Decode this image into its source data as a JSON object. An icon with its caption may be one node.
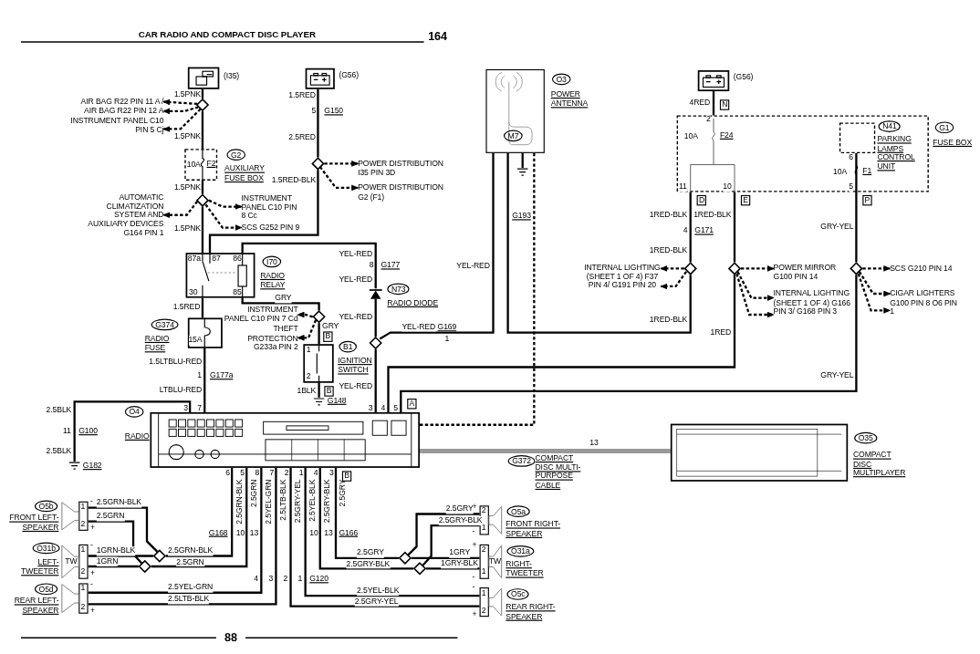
{
  "diagram": {
    "title": "CAR RADIO AND COMPACT DISC PLAYER",
    "nodes": [
      {
        "text": [],
        "shape": "box",
        "beside": [
          "(I35)"
        ]
      },
      {
        "text": [],
        "shape": "diamond"
      },
      {
        "text": [
          "AIR BAG R22 PIN 11 A /"
        ]
      },
      {
        "text": [
          "AIR BAG R22 PIN 12 A"
        ]
      },
      {
        "text": [
          "INSTRUMENT PANEL C10 PIN 5 Cj"
        ]
      },
      {
        "text": [
          "10A",
          "F2"
        ],
        "beside": [
          "G2",
          "AUXILIARY FUSE BOX"
        ]
      },
      {
        "text": [],
        "shape": "diamond"
      },
      {
        "text": [
          "AUTOMATIC CLIMATIZATION SYSTEM AND AUXILIARY DEVICES G164 PIN 1"
        ]
      },
      {
        "text": [
          "INSTRUMENT PANEL C10 PIN 8 Cc"
        ]
      },
      {
        "text": [
          "SCS G252 PIN 9"
        ]
      },
      {
        "text": [],
        "shape": "battery",
        "beside": [
          "(G56)"
        ]
      },
      {
        "text": [],
        "shape": "diamond"
      },
      {
        "text": [
          "POWER DISTRIBUTION I35 PIN 3D"
        ]
      },
      {
        "text": [
          "POWER DISTRIBUTION G2 (F1)"
        ]
      },
      {
        "text": [
          "87a",
          "87",
          "86",
          "30",
          "85"
        ],
        "beside": [
          "I70",
          "RADIO RELAY"
        ]
      },
      {
        "text": [
          "15A"
        ],
        "beside": [
          "G374",
          "RADIO FUSE"
        ]
      },
      {
        "text": [],
        "shape": "diamond"
      },
      {
        "text": [
          "INSTRUMENT PANEL C10 PIN 7 Cd"
        ]
      },
      {
        "text": [
          "THEFT PROTECTION G233a PIN 2"
        ]
      },
      {
        "text": [
          "1",
          "2"
        ],
        "beside": [
          "B1",
          "IGNITION SWITCH"
        ]
      },
      {
        "text": [],
        "shape": "ground",
        "beside": [
          "G148"
        ]
      },
      {
        "text": [],
        "shape": "diode",
        "beside": [
          "N73",
          "RADIO DIODE"
        ]
      },
      {
        "text": [],
        "shape": "diamond"
      },
      {
        "text": [
          "M7"
        ],
        "beside": [
          "O3",
          "POWER ANTENNA"
        ]
      },
      {
        "text": [],
        "shape": "ground"
      },
      {
        "text": [],
        "shape": "battery",
        "beside": [
          "(G56)"
        ]
      },
      {
        "text": [
          "10A",
          "F24",
          "10A",
          "F1"
        ],
        "beside": [
          "G1",
          "FUSE BOX"
        ]
      },
      {
        "text": [],
        "shape": "box",
        "in": 26,
        "beside": [
          "N41",
          "PARKING LAMPS CONTROL UNIT"
        ]
      },
      {
        "text": [],
        "shape": "diamond"
      },
      {
        "text": [
          "INTERNAL LIGHTING (SHEET 1 OF 4) F37 PIN 4/ G191 PIN 20"
        ]
      },
      {
        "text": [],
        "shape": "diamond"
      },
      {
        "text": [
          "POWER MIRROR G100 PIN 14"
        ]
      },
      {
        "text": [
          "INTERNAL LIGHTING (SHEET 1 OF 4) G166 PIN 3/ G168 PIN 3"
        ]
      },
      {
        "text": [],
        "shape": "diamond"
      },
      {
        "text": [
          "SCS G210 PIN 14"
        ]
      },
      {
        "text": [
          "CIGAR LIGHTERS G100 PIN 8 O6 PIN 1"
        ]
      },
      {
        "text": [],
        "shape": "picture",
        "beside": [
          "O4",
          "RADIO"
        ]
      },
      {
        "text": [],
        "shape": "ground",
        "beside": [
          "G182"
        ]
      },
      {
        "text": [],
        "shape": "box",
        "beside": [
          "O35",
          "COMPACT DISC MULTIPLAYER"
        ]
      },
      {
        "text": [
          "-",
          "1",
          "2",
          "+"
        ],
        "beside": [
          "O5b",
          "FRONT LEFT-SPEAKER"
        ]
      },
      {
        "text": [
          "TW",
          "-",
          "1",
          "2",
          "+"
        ],
        "beside": [
          "O31b",
          "LEFT-TWEETER"
        ]
      },
      {
        "text": [
          "-",
          "1",
          "2",
          "+"
        ],
        "beside": [
          "O5d",
          "REAR LEFT-SPEAKER"
        ]
      },
      {
        "text": [
          "+",
          "2",
          "1",
          "-"
        ],
        "beside": [
          "O5a",
          "FRONT RIGHT-SPEAKER"
        ]
      },
      {
        "text": [
          "TW",
          "+",
          "2",
          "1",
          "-"
        ],
        "beside": [
          "O31a",
          "RIGHT-TWEETER"
        ]
      },
      {
        "text": [
          "-",
          "1",
          "2",
          "+"
        ],
        "beside": [
          "O5c",
          "REAR RIGHT-SPEAKER"
        ]
      },
      {
        "text": [],
        "shape": "diamond"
      },
      {
        "text": [],
        "shape": "diamond"
      },
      {
        "text": [],
        "shape": "diamond"
      },
      {
        "text": [],
        "shape": "diamond"
      }
    ],
    "edges": [
      {
        "from": 0,
        "to": 1,
        "arrow": "none",
        "label": "1.5PNK"
      },
      {
        "from": 1,
        "to": 2,
        "arrow": "to",
        "style": "dashed"
      },
      {
        "from": 1,
        "to": 3,
        "arrow": "to",
        "style": "dashed"
      },
      {
        "from": 1,
        "to": 4,
        "arrow": "to",
        "style": "dashed"
      },
      {
        "from": 1,
        "to": 5,
        "arrow": "none",
        "label": "1.5PNK"
      },
      {
        "from": 5,
        "to": 6,
        "arrow": "none",
        "label": "1.5PNK"
      },
      {
        "from": 6,
        "to": 7,
        "arrow": "to",
        "style": "dashed"
      },
      {
        "from": 6,
        "to": 8,
        "arrow": "to",
        "style": "dashed"
      },
      {
        "from": 6,
        "to": 9,
        "arrow": "to",
        "style": "dashed"
      },
      {
        "from": 6,
        "to": 14,
        "arrow": "none",
        "label": "1.5PNK"
      },
      {
        "from": 10,
        "to": 11,
        "arrow": "none",
        "label": "1.5RED"
      },
      {
        "from": 11,
        "to": 12,
        "arrow": "to",
        "style": "dashed"
      },
      {
        "from": 11,
        "to": 13,
        "arrow": "to",
        "style": "dashed"
      },
      {
        "from": 11,
        "to": 14,
        "arrow": "none",
        "label": "1.5RED-BLK"
      },
      {
        "from": 14,
        "to": 21,
        "arrow": "none",
        "label": "YEL-RED"
      },
      {
        "from": 21,
        "to": 22,
        "arrow": "none",
        "label": "YEL-RED"
      },
      {
        "from": 14,
        "to": 15,
        "arrow": "none",
        "label": "1.5RED"
      },
      {
        "from": 15,
        "to": 36,
        "arrow": "none",
        "label": "1.5LTBLU-RED"
      },
      {
        "from": 14,
        "to": 16,
        "arrow": "none",
        "label": "GRY"
      },
      {
        "from": 16,
        "to": 17,
        "arrow": "to",
        "style": "dashed"
      },
      {
        "from": 16,
        "to": 18,
        "arrow": "to",
        "style": "dashed"
      },
      {
        "from": 16,
        "to": 19,
        "arrow": "none",
        "label": "GRY"
      },
      {
        "from": 19,
        "to": 20,
        "arrow": "none",
        "label": "1BLK"
      },
      {
        "from": 22,
        "to": 23,
        "arrow": "none",
        "label": "YEL-RED"
      },
      {
        "from": 22,
        "to": 36,
        "arrow": "none",
        "label": "YEL-RED"
      },
      {
        "from": 23,
        "to": 24,
        "arrow": "none"
      },
      {
        "from": 23,
        "to": 36,
        "arrow": "none",
        "style": "dashed"
      },
      {
        "from": 28,
        "to": 23,
        "arrow": "none",
        "label": "1RED-BLK"
      },
      {
        "from": 25,
        "to": 26,
        "arrow": "none",
        "label": "4RED"
      },
      {
        "from": 26,
        "to": 28,
        "arrow": "none",
        "label": "1RED-BLK"
      },
      {
        "from": 28,
        "to": 29,
        "arrow": "to",
        "style": "dashed"
      },
      {
        "from": 28,
        "to": 29,
        "arrow": "to",
        "style": "dashed"
      },
      {
        "from": 26,
        "to": 30,
        "arrow": "none",
        "label": "1RED-BLK"
      },
      {
        "from": 30,
        "to": 31,
        "arrow": "to",
        "style": "dashed"
      },
      {
        "from": 30,
        "to": 32,
        "arrow": "to",
        "style": "dashed"
      },
      {
        "from": 30,
        "to": 32,
        "arrow": "to",
        "style": "dashed"
      },
      {
        "from": 30,
        "to": 36,
        "arrow": "none",
        "label": "1RED"
      },
      {
        "from": 27,
        "to": 33,
        "arrow": "none",
        "label": "GRY-YEL"
      },
      {
        "from": 33,
        "to": 34,
        "arrow": "to",
        "style": "dashed"
      },
      {
        "from": 33,
        "to": 35,
        "arrow": "to",
        "style": "dashed"
      },
      {
        "from": 33,
        "to": 35,
        "arrow": "to",
        "style": "dashed"
      },
      {
        "from": 33,
        "to": 36,
        "arrow": "none",
        "label": "GRY-YEL"
      },
      {
        "from": 36,
        "to": 37,
        "arrow": "none",
        "label": "2.5BLK"
      },
      {
        "from": 36,
        "to": 38,
        "arrow": "none",
        "label": "13",
        "style": "thick",
        "color": "#999999"
      },
      {
        "from": 36,
        "to": 45,
        "arrow": "none",
        "label": "2.5GRN-BLK"
      },
      {
        "from": 45,
        "to": 39,
        "arrow": "none",
        "label": "2.5GRN-BLK"
      },
      {
        "from": 45,
        "to": 40,
        "arrow": "none",
        "label": "1GRN-BLK"
      },
      {
        "from": 36,
        "to": 46,
        "arrow": "none",
        "label": "2.5GRN"
      },
      {
        "from": 46,
        "to": 39,
        "arrow": "none",
        "label": "2.5GRN"
      },
      {
        "from": 46,
        "to": 40,
        "arrow": "none",
        "label": "1GRN"
      },
      {
        "from": 36,
        "to": 41,
        "arrow": "none",
        "label": "2.5YEL-GRN"
      },
      {
        "from": 36,
        "to": 41,
        "arrow": "none",
        "label": "2.5LTB-BLK"
      },
      {
        "from": 36,
        "to": 44,
        "arrow": "none",
        "label": "2.5GRY-YEL"
      },
      {
        "from": 36,
        "to": 44,
        "arrow": "none",
        "label": "2.5YEL-BLK"
      },
      {
        "from": 36,
        "to": 48,
        "arrow": "none",
        "label": "2.5GRY-BLK"
      },
      {
        "from": 48,
        "to": 42,
        "arrow": "none",
        "label": "2.5GRY-BLK"
      },
      {
        "from": 48,
        "to": 43,
        "arrow": "none",
        "label": "1GRY-BLK"
      },
      {
        "from": 36,
        "to": 47,
        "arrow": "none",
        "label": "2.5GRY"
      },
      {
        "from": 47,
        "to": 42,
        "arrow": "none",
        "label": "2.5GRY"
      },
      {
        "from": 47,
        "to": 43,
        "arrow": "none",
        "label": "1GRY"
      }
    ],
    "labels": [
      "164",
      "88",
      "5",
      "G150",
      "2.5RED",
      "8",
      "G177",
      "YEL-RED",
      "YEL-RED",
      "G169",
      "1",
      "G193",
      "1",
      "G177a",
      "LTBLU-RED",
      "B",
      "B",
      "3",
      "7",
      "3",
      "4",
      "5",
      "A",
      "N",
      "2",
      "11",
      "10",
      "6",
      "5",
      "D",
      "E",
      "P",
      "4",
      "G171",
      "1RED-BLK",
      "11",
      "G100",
      "2.5BLK",
      "G372",
      "COMPACT DISC MULTI-PURPOSE CABLE",
      "6",
      "5",
      "8",
      "7",
      "2",
      "1",
      "4",
      "3",
      "B",
      "G168",
      "10",
      "13",
      "10",
      "13",
      "G166",
      "4",
      "3",
      "2",
      "1",
      "G120",
      "2.5GRN-BLK",
      "2.5GRN",
      "2.5YEL-GRN",
      "2.5LTB-BLK",
      "2.5GRY",
      "2.5GRY-BLK",
      "2.5YEL-BLK",
      "2.5GRY-YEL"
    ]
  }
}
